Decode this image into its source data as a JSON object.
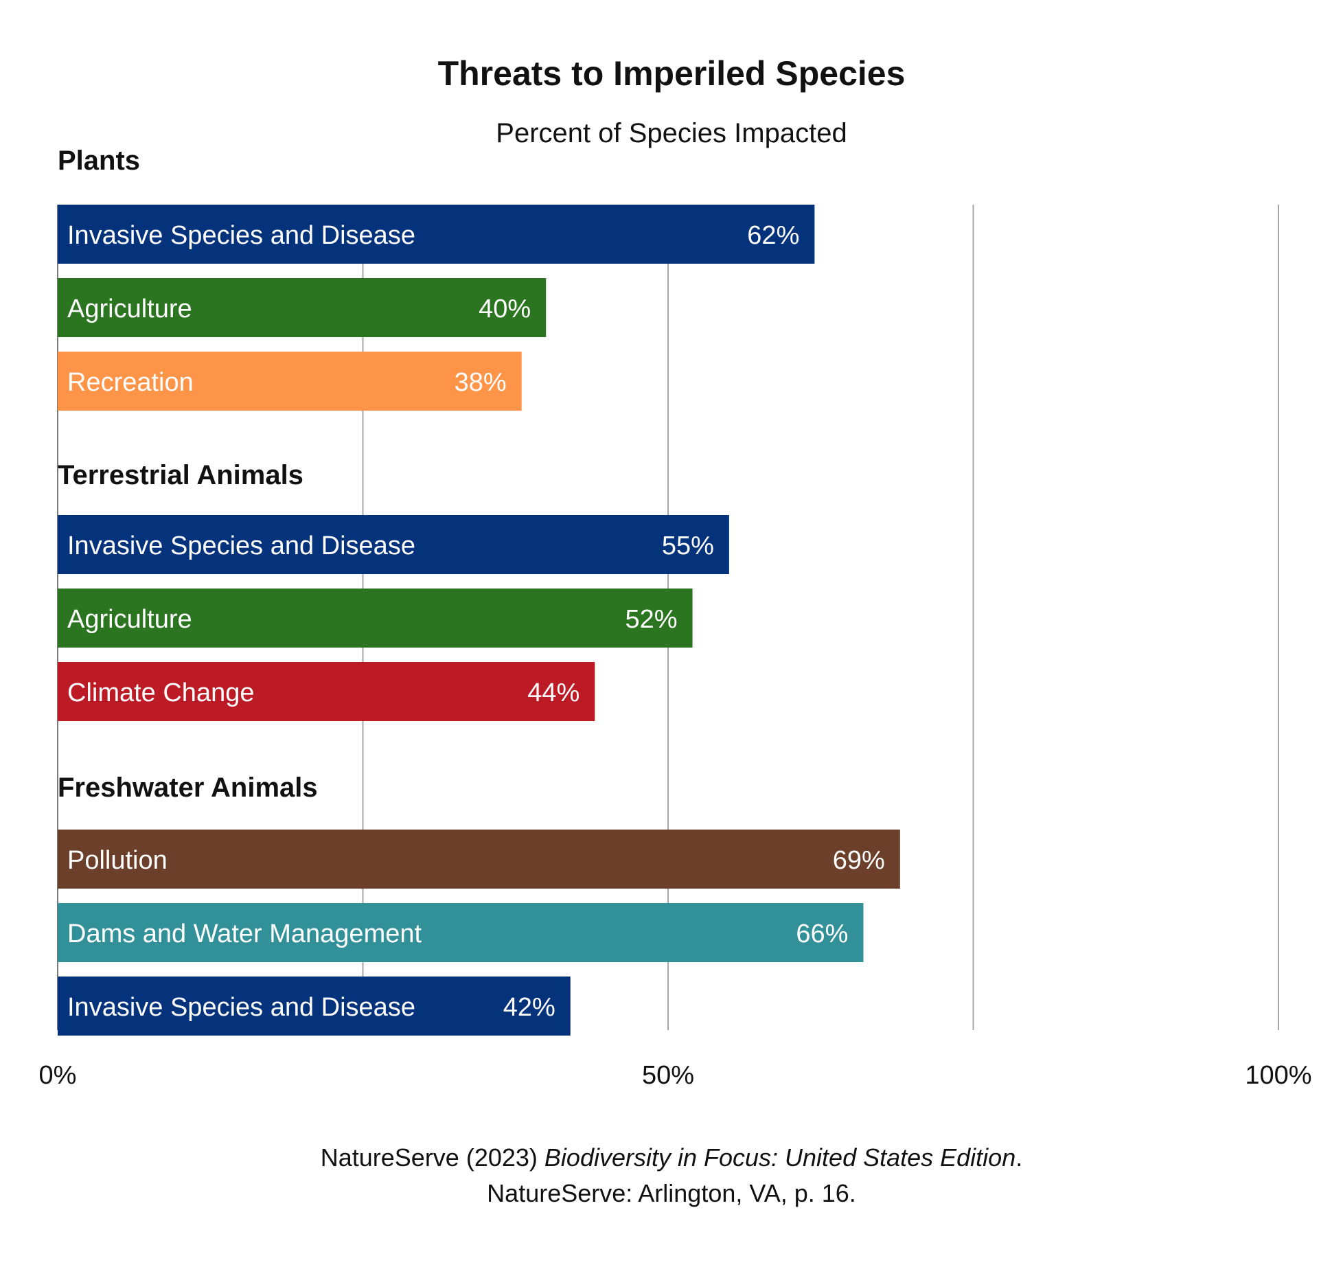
{
  "chart_data": {
    "type": "bar",
    "orientation": "horizontal",
    "title": "Threats to Imperiled Species",
    "subtitle": "Percent of Species Impacted",
    "xlim": [
      0,
      100
    ],
    "x_ticks": [
      {
        "value": 0,
        "label": "0%"
      },
      {
        "value": 50,
        "label": "50%"
      },
      {
        "value": 100,
        "label": "100%"
      }
    ],
    "gridlines": [
      25,
      50,
      75,
      100
    ],
    "grid": true,
    "groups": [
      {
        "name": "Plants",
        "bars": [
          {
            "label": "Invasive Species and Disease",
            "value": 62,
            "value_label": "62%",
            "color": "#05337b"
          },
          {
            "label": "Agriculture",
            "value": 40,
            "value_label": "40%",
            "color": "#2b7520"
          },
          {
            "label": "Recreation",
            "value": 38,
            "value_label": "38%",
            "color": "#fd9448"
          }
        ]
      },
      {
        "name": "Terrestrial Animals",
        "bars": [
          {
            "label": "Invasive Species and Disease",
            "value": 55,
            "value_label": "55%",
            "color": "#05337b"
          },
          {
            "label": "Agriculture",
            "value": 52,
            "value_label": "52%",
            "color": "#2b7520"
          },
          {
            "label": "Climate Change",
            "value": 44,
            "value_label": "44%",
            "color": "#bc1a24"
          }
        ]
      },
      {
        "name": "Freshwater Animals",
        "bars": [
          {
            "label": "Pollution",
            "value": 69,
            "value_label": "69%",
            "color": "#6c3f2a"
          },
          {
            "label": "Dams and Water Management",
            "value": 66,
            "value_label": "66%",
            "color": "#329098"
          },
          {
            "label": "Invasive Species and Disease",
            "value": 42,
            "value_label": "42%",
            "color": "#05337b"
          }
        ]
      }
    ]
  },
  "source": {
    "line1_prefix": "NatureServe (2023) ",
    "line1_italic": "Biodiversity in Focus: United States Edition",
    "line1_suffix": ".",
    "line2": "NatureServe: Arlington, VA, p. 16."
  }
}
